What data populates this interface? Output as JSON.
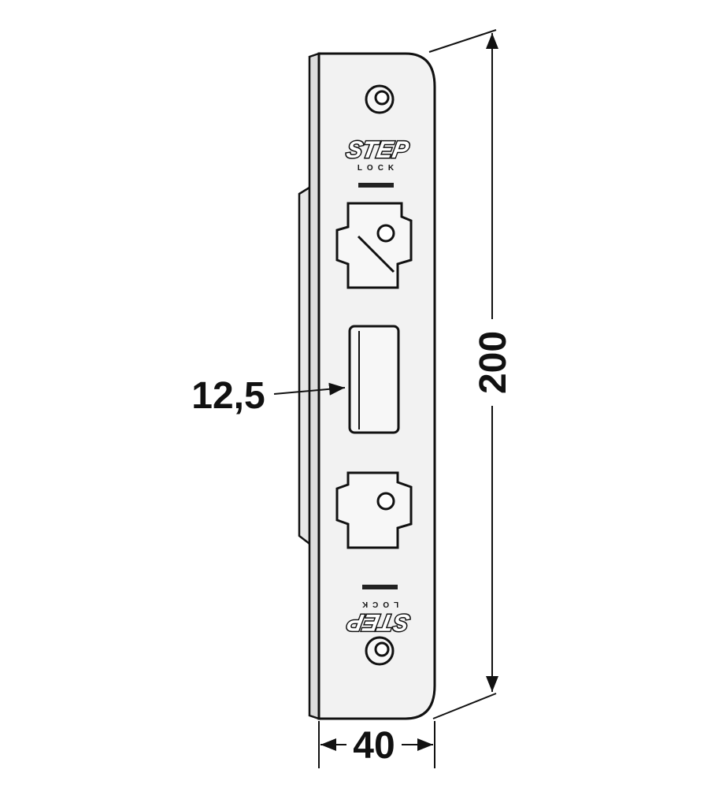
{
  "drawing": {
    "title": "Strike plate dimension drawing",
    "logo_top": "STEP LOCK",
    "logo_bottom": "STEP LOCK",
    "dimensions": {
      "height": "200",
      "width": "40",
      "opening": "12,5"
    },
    "colors": {
      "plate": "#f2f2f2",
      "line": "#111111"
    }
  }
}
